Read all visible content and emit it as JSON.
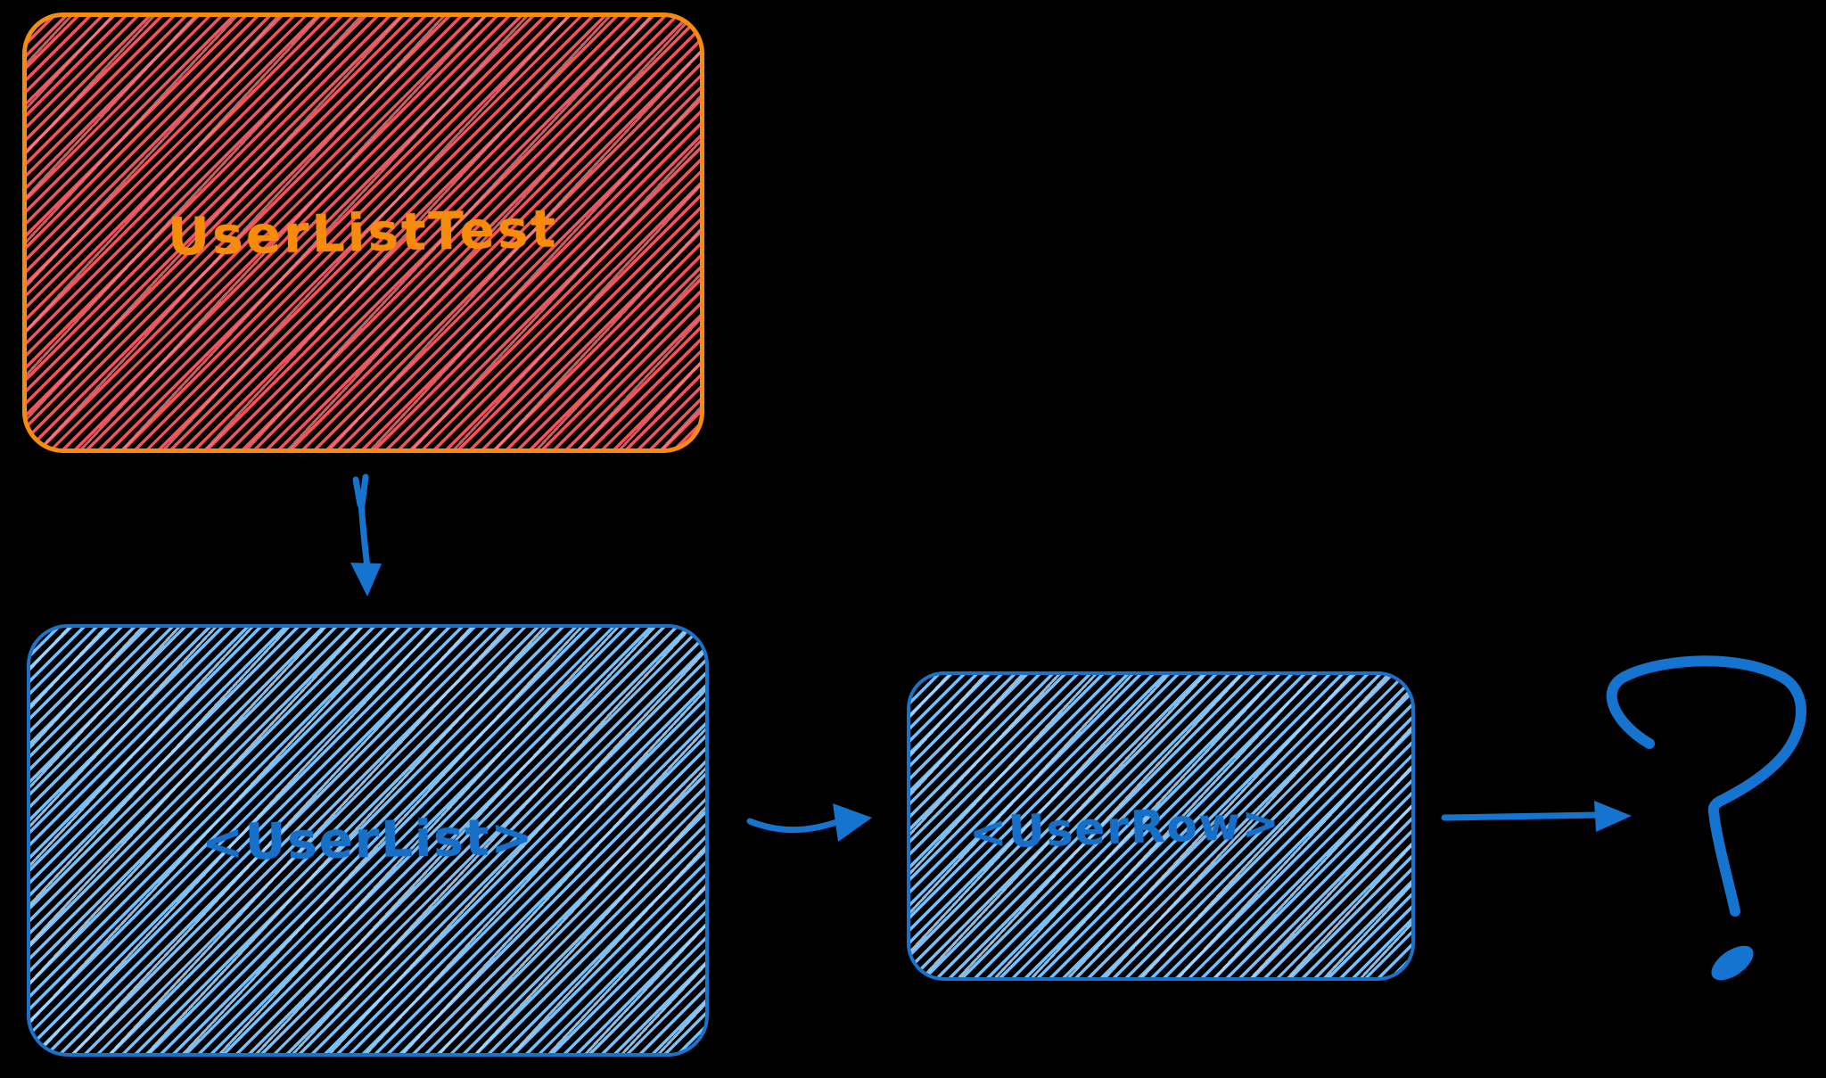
{
  "diagram": {
    "background_color": "#000000",
    "nodes": {
      "test": {
        "label": "UserListTest",
        "stroke_color": "#f78c0c",
        "hatch_color": "#fb5058",
        "text_color": "#f78c0c"
      },
      "userlist": {
        "label": "<UserList>",
        "stroke_color": "#1a72c9",
        "hatch_color": "#74c0fc",
        "text_color": "#176fc7"
      },
      "userrow": {
        "label": "<UserRow>",
        "stroke_color": "#1a72c9",
        "hatch_color": "#74c0fc",
        "text_color": "#176fc7"
      }
    },
    "question": {
      "symbol": "?",
      "color": "#1574cf"
    },
    "edges": [
      {
        "from": "UserListTest",
        "to": "<UserList>",
        "direction": "down"
      },
      {
        "from": "<UserList>",
        "to": "<UserRow>",
        "direction": "right"
      },
      {
        "from": "<UserRow>",
        "to": "?",
        "direction": "right"
      }
    ],
    "edge_color": "#1574cf"
  }
}
